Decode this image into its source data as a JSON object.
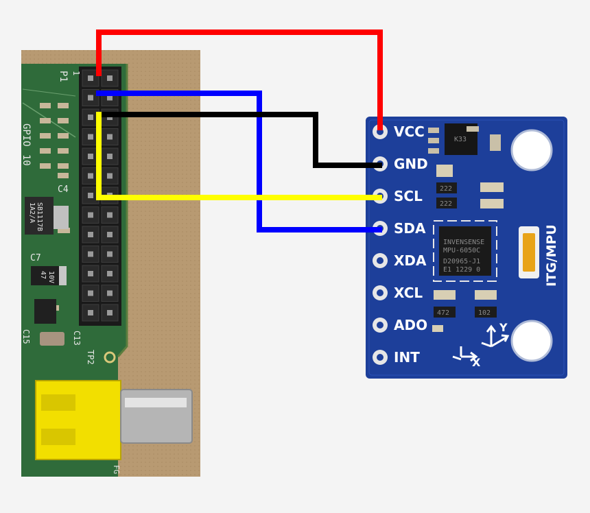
{
  "rpi": {
    "header_label": "P1",
    "pin1_mark": "1",
    "silk_side": [
      "GPIO",
      "10"
    ],
    "components": [
      "C4",
      "C7",
      "C13",
      "C15",
      "TP2"
    ],
    "regulator_text": [
      "SB1117B",
      "1A2/A"
    ],
    "cap_text": [
      "47",
      "10V"
    ],
    "bottom_code": "FG"
  },
  "module": {
    "pins": [
      "VCC",
      "GND",
      "SCL",
      "SDA",
      "XDA",
      "XCL",
      "ADO",
      "INT"
    ],
    "title": "ITG/MPU",
    "chip_text": [
      "INVENSENSE",
      "MPU-6050C",
      "D20965-J1",
      "E1 1229 0"
    ],
    "reg_text": "K33",
    "resistor_codes": [
      "222",
      "222",
      "472",
      "102"
    ],
    "axis_y": "Y",
    "axis_x": "X"
  },
  "colors": {
    "vcc_wire": "#ff0000",
    "gnd_wire": "#000000",
    "scl_wire": "#ffff00",
    "sda_wire": "#0000ff",
    "rpi_pcb": "#2f6b3a",
    "module_pcb": "#1d3f9a"
  }
}
